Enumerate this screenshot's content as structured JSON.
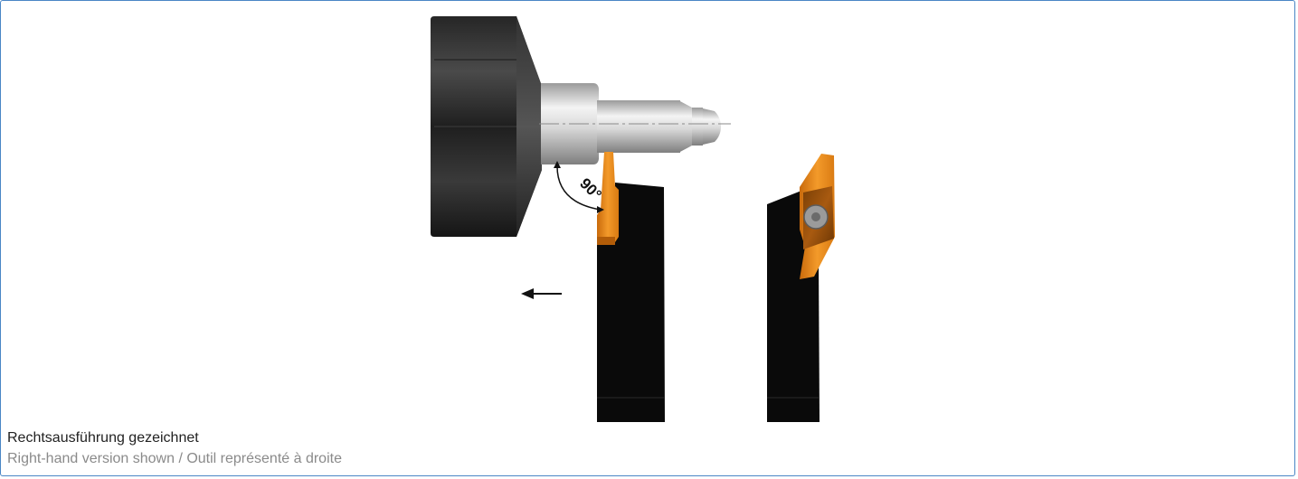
{
  "diagram": {
    "angle_label": "90°",
    "feed_direction": "left",
    "colors": {
      "frame_border": "#4a86c5",
      "insert_orange": "#ec8a1a",
      "holder_black": "#0a0a0a",
      "chuck_dark": "#2b2b2b",
      "workpiece_silver": "#cfcfcf"
    }
  },
  "caption": {
    "main": "Rechtsausführung gezeichnet",
    "sub": "Right-hand version shown / Outil représenté à droite"
  }
}
